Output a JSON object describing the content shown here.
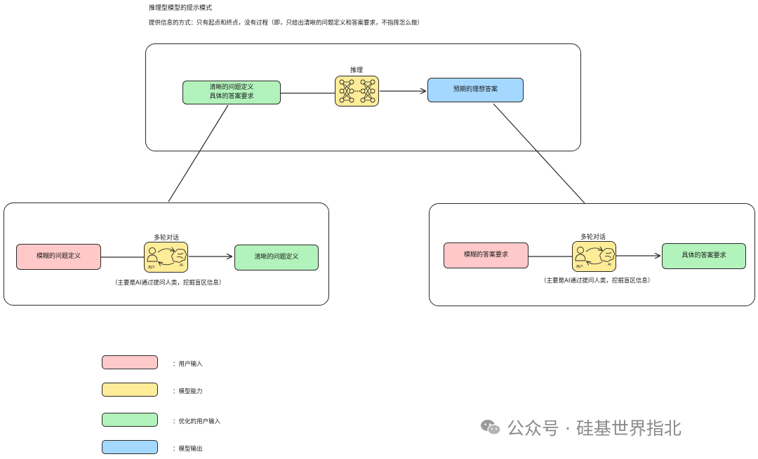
{
  "title": "推理型模型的提示模式",
  "subtitle": "提供信息的方式：只有起点和终点，没有过程（即，只给出清晰的问题定义和答案要求，不指挥怎么做）",
  "top": {
    "input_node": "清晰的问题定义\n具体的答案要求",
    "process_label": "推理",
    "output_node": "预期的理想答案"
  },
  "left": {
    "input_node": "模糊的问题定义",
    "process_label": "多轮对话",
    "output_node": "清晰的问题定义",
    "note": "（主要是AI通过提问人类，挖掘盲区信息）",
    "user_tag": "用户",
    "ai_tag": "AI"
  },
  "right": {
    "input_node": "模糊的答案要求",
    "process_label": "多轮对话",
    "output_node": "具体的答案要求",
    "note": "（主要是AI通过提问人类，挖掘盲区信息）",
    "user_tag": "用户",
    "ai_tag": "AI"
  },
  "legend": [
    {
      "color": "#ffc9c9",
      "text": "：用户输入"
    },
    {
      "color": "#ffec99",
      "text": "：模型能力"
    },
    {
      "color": "#b2f2bb",
      "text": "：优化的用户输入"
    },
    {
      "color": "#a5d8ff",
      "text": "：模型输出"
    }
  ],
  "watermark": {
    "icon": "wechat-icon",
    "text": "公众号 · 硅基世界指北"
  }
}
